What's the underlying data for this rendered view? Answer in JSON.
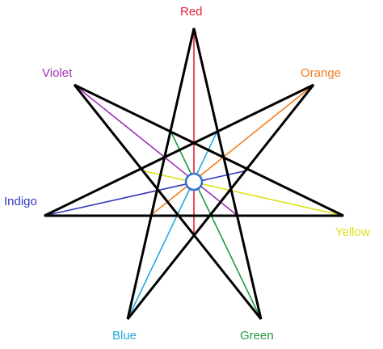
{
  "labels": {
    "red": "Red",
    "orange": "Orange",
    "yellow": "Yellow",
    "green": "Green",
    "blue": "Blue",
    "indigo": "Indigo",
    "violet": "Violet"
  },
  "colors": {
    "star_outline": "#000000",
    "center_circle": "#2f6fd6",
    "red": "#e8203a",
    "orange": "#f07d1e",
    "yellow": "#dede1a",
    "green": "#1f9a3c",
    "blue": "#23a9dc",
    "indigo": "#3438b8",
    "violet": "#a032b4"
  }
}
